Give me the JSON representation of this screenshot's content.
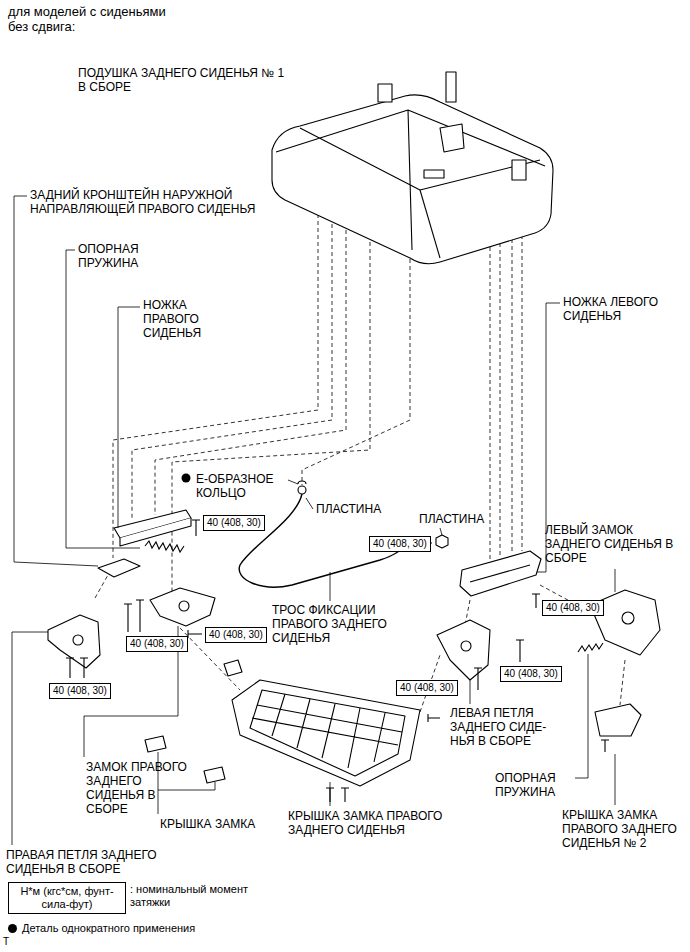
{
  "diagram": {
    "title": "для моделей с сиденьями без сдвига:",
    "nodes": [
      {
        "text": [
          "40 (408, 30)"
        ]
      },
      {
        "text": [
          "40 (408, 30)"
        ]
      },
      {
        "text": [
          "40 (408, 30)"
        ]
      },
      {
        "text": [
          "40 (408, 30)"
        ]
      },
      {
        "text": [
          "40 (408, 30)"
        ]
      },
      {
        "text": [
          "40 (408, 30)"
        ]
      },
      {
        "text": [
          "40 (408, 30)"
        ]
      },
      {
        "text": [
          "40 (408, 30)"
        ]
      },
      {
        "text": [
          "Н*м (кгс*см, фунт-сила-фут)"
        ]
      }
    ],
    "labels": [
      "ПОДУШКА ЗАДНЕГО СИДЕНЬЯ № 1 В СБОРЕ",
      "ЗАДНИЙ КРОНШТЕЙН НАРУЖНОЙ НАПРАВЛЯЮЩЕЙ ПРАВОГО СИДЕНЬЯ",
      "ОПОРНАЯ ПРУЖИНА",
      "НОЖКА ПРАВОГО СИДЕНЬЯ",
      "Е-ОБРАЗНОЕ КОЛЬЦО",
      "ПЛАСТИНА",
      "НОЖКА ЛЕВОГО СИДЕНЬЯ",
      "ПЛАСТИНА",
      "ЛЕВЫЙ ЗАМОК ЗАДНЕГО СИДЕНЬЯ В СБОРЕ",
      "ТРОС ФИКСАЦИИ ПРАВОГО ЗАДНЕГО СИДЕНЬЯ",
      "ЛЕВАЯ ПЕТЛЯ ЗАДНЕГО СИДЕ- НЬЯ В СБОРЕ",
      "ЗАМОК ПРАВОГО ЗАДНЕГО СИДЕНЬЯ В СБОРЕ",
      "КРЫШКА ЗАМКА",
      "КРЫШКА ЗАМКА ПРАВОГО ЗАДНЕГО СИДЕНЬЯ",
      "ОПОРНАЯ ПРУЖИНА",
      "КРЫШКА ЗАМКА ПРАВОГО ЗАДНЕГО СИДЕНЬЯ № 2",
      "ПРАВАЯ ПЕТЛЯ ЗАДНЕГО СИДЕНЬЯ В СБОРЕ",
      "T"
    ],
    "legend": [
      {
        "text": ": номинальный момент затяжки"
      },
      {
        "text": "Деталь однократного применения",
        "color": "#000000"
      }
    ]
  }
}
